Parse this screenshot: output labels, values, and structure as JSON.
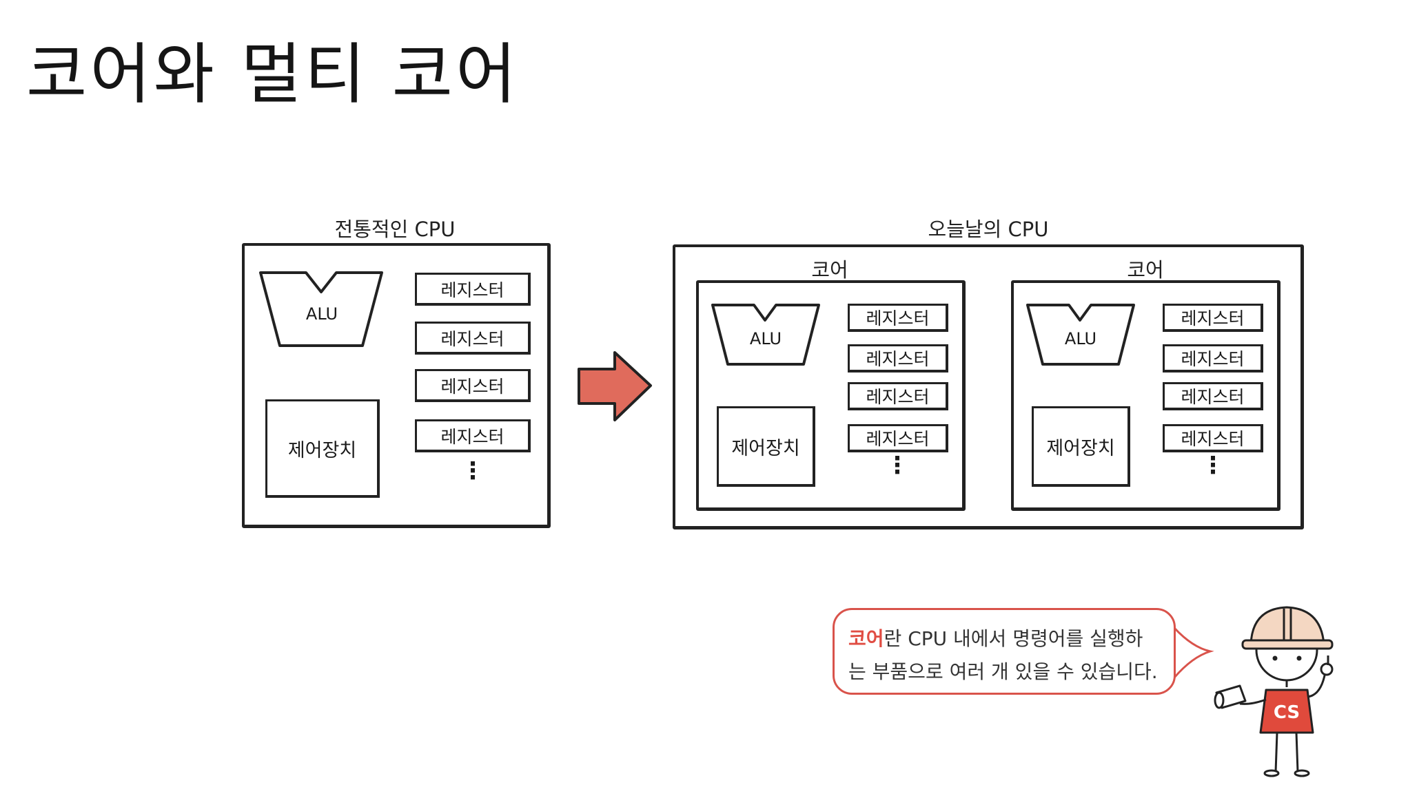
{
  "page": {
    "title": "코어와 멀티 코어"
  },
  "traditional_cpu": {
    "label": "전통적인 CPU",
    "alu_label": "ALU",
    "control_label": "제어장치",
    "registers": [
      "레지스터",
      "레지스터",
      "레지스터",
      "레지스터"
    ],
    "ellipsis": "⋮"
  },
  "todays_cpu": {
    "label": "오늘날의 CPU",
    "cores": [
      {
        "label": "코어",
        "alu_label": "ALU",
        "control_label": "제어장치",
        "registers": [
          "레지스터",
          "레지스터",
          "레지스터",
          "레지스터"
        ],
        "ellipsis": "⋮"
      },
      {
        "label": "코어",
        "alu_label": "ALU",
        "control_label": "제어장치",
        "registers": [
          "레지스터",
          "레지스터",
          "레지스터",
          "레지스터"
        ],
        "ellipsis": "⋮"
      }
    ]
  },
  "speech_bubble": {
    "highlight": "코어",
    "line1_rest": "란 CPU 내에서 명령어를 실행하",
    "line2": "는 부품으로 여러 개 있을 수 있습니다."
  },
  "mascot": {
    "shirt_text": "CS"
  },
  "colors": {
    "arrow": "#e06b5c",
    "highlight": "#e04d43",
    "bubble_border": "#d9534b",
    "shirt": "#e04a3c",
    "helmet": "#f4d7c2"
  }
}
